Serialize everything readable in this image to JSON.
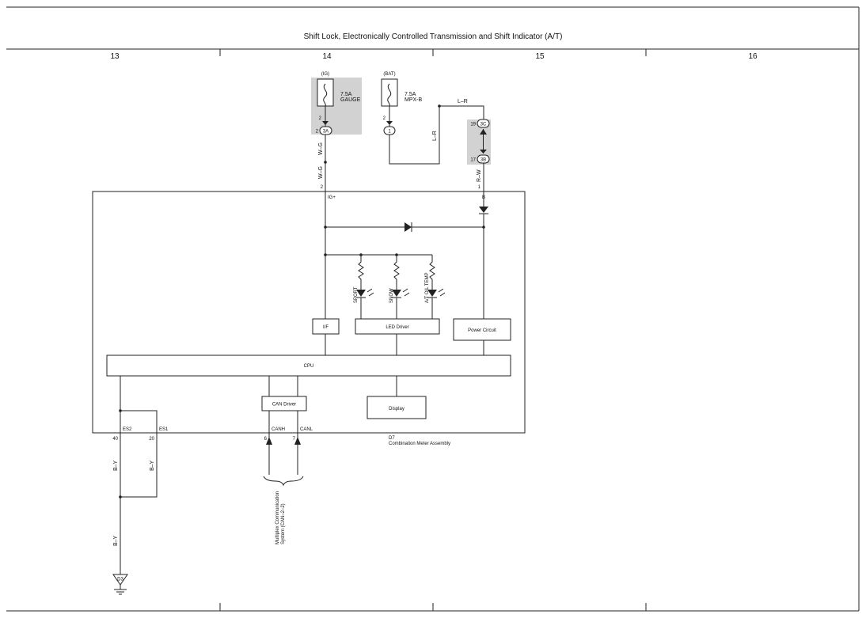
{
  "title": "Shift Lock,  Electronically Controlled Transmission and Shift Indicator (A/T)",
  "columns": [
    "13",
    "14",
    "15",
    "16"
  ],
  "fuses": {
    "ig": {
      "source": "(IG)",
      "rating": "7.5A",
      "name": "GAUGE",
      "pin": "2",
      "conn_pin": "2",
      "conn": "3A"
    },
    "bat": {
      "source": "(BAT)",
      "rating": "7.5A",
      "name": "MPX-B",
      "pin": "2",
      "conn": "1"
    }
  },
  "connectors": {
    "top": {
      "pin": "19",
      "id": "3C"
    },
    "bottom": {
      "pin": "17",
      "id": "3B"
    }
  },
  "wires": {
    "wg1": "W–G",
    "wg2": "W–G",
    "lr_h": "L–R",
    "lr_v": "L–R",
    "rw": "R–W",
    "by1": "B–Y",
    "by2": "B–Y",
    "by3": "B–Y"
  },
  "pins": {
    "ig_pin": "2",
    "ig_label": "IG+",
    "b_pin": "1",
    "b_label": "B",
    "es2_pin": "40",
    "es2_label": "ES2",
    "es1_pin": "20",
    "es1_label": "ES1",
    "canh_pin": "6",
    "canh_label": "CANH",
    "canl_pin": "7",
    "canl_label": "CANL"
  },
  "leds": [
    "SPORT",
    "SNOW",
    "A/T OIL TEMP"
  ],
  "blocks": {
    "if": "I/F",
    "led_driver": "LED Driver",
    "power_circuit": "Power Circuit",
    "cpu": "CPU",
    "can_driver": "CAN Driver",
    "display": "Display"
  },
  "assembly": {
    "id": "D7",
    "name": "Combination Meter Assembly"
  },
  "multiplex": "Multiplex Communication\nSystem (CAN–2–2)",
  "ground": "D3"
}
